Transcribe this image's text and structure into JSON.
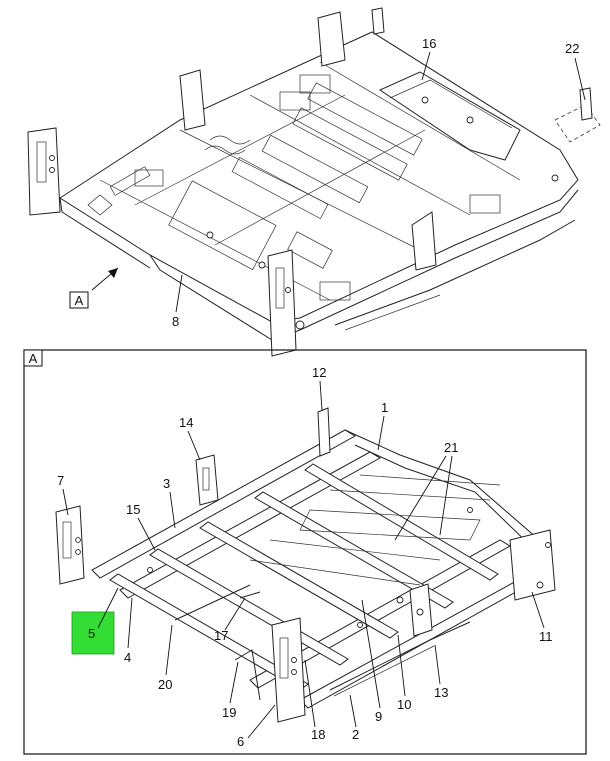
{
  "top_view": {
    "view_label": "A",
    "callouts": [
      "16",
      "22",
      "8"
    ]
  },
  "detail_view": {
    "view_label": "A",
    "callouts": [
      "12",
      "1",
      "14",
      "21",
      "7",
      "3",
      "15",
      "5",
      "4",
      "17",
      "20",
      "19",
      "6",
      "18",
      "2",
      "9",
      "10",
      "13",
      "11"
    ],
    "highlight": {
      "callout": "5",
      "color": "#33dd33"
    }
  }
}
